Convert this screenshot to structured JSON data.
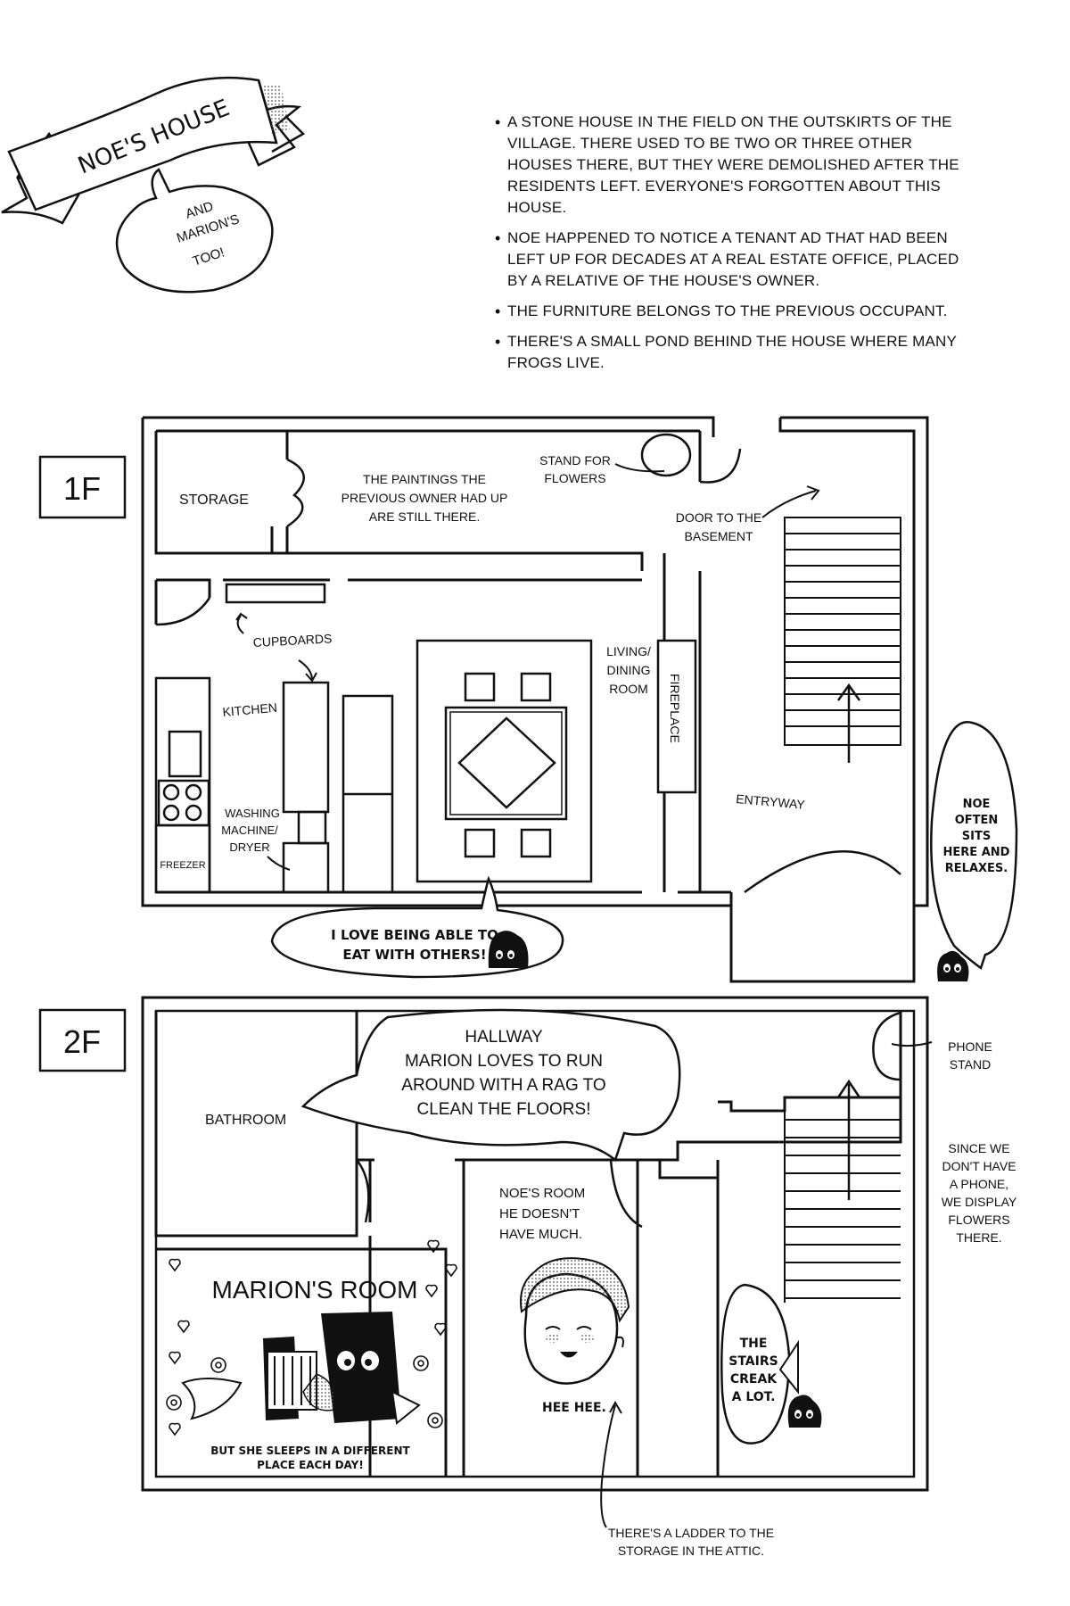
{
  "header": {
    "banner_title": "NOE'S HOUSE",
    "bubble_lines": [
      "AND",
      "MARION'S",
      "TOO!"
    ]
  },
  "notes": [
    "A STONE HOUSE IN THE FIELD ON THE OUTSKIRTS OF THE VILLAGE. THERE USED TO BE TWO OR THREE OTHER HOUSES THERE, BUT THEY WERE DEMOLISHED AFTER THE RESIDENTS LEFT. EVERYONE'S FORGOTTEN ABOUT THIS HOUSE.",
    "NOE HAPPENED TO NOTICE A TENANT AD THAT HAD BEEN LEFT UP FOR DECADES AT A REAL ESTATE OFFICE, PLACED BY A RELATIVE OF THE HOUSE'S OWNER.",
    "THE FURNITURE BELONGS TO THE PREVIOUS OCCUPANT.",
    "THERE'S A SMALL POND BEHIND THE HOUSE WHERE MANY FROGS LIVE."
  ],
  "floor1": {
    "label": "1F",
    "storage": "STORAGE",
    "paintings": [
      "THE PAINTINGS THE",
      "PREVIOUS OWNER HAD UP",
      "ARE STILL THERE."
    ],
    "stand_for_flowers": [
      "STAND FOR",
      "FLOWERS"
    ],
    "door_to_basement": [
      "DOOR TO THE",
      "BASEMENT"
    ],
    "cupboards": "CUPBOARDS",
    "kitchen": "KITCHEN",
    "washing": [
      "WASHING",
      "MACHINE/",
      "DRYER"
    ],
    "freezer": "FREEZER",
    "living": [
      "LIVING/",
      "DINING",
      "ROOM"
    ],
    "fireplace": "FIREPLACE",
    "entryway": "ENTRYWAY",
    "noe_sits": [
      "NOE",
      "OFTEN",
      "SITS",
      "HERE AND",
      "RELAXES."
    ],
    "eat_bubble": [
      "I LOVE BEING ABLE TO",
      "EAT WITH OTHERS!"
    ]
  },
  "floor2": {
    "label": "2F",
    "bathroom": "BATHROOM",
    "hallway": [
      "HALLWAY",
      "MARION LOVES TO RUN",
      "AROUND WITH A RAG TO",
      "CLEAN THE FLOORS!"
    ],
    "phone_stand": [
      "PHONE",
      "STAND"
    ],
    "no_phone": [
      "SINCE WE",
      "DON'T HAVE",
      "A PHONE,",
      "WE DISPLAY",
      "FLOWERS",
      "THERE."
    ],
    "noes_room": [
      "NOE'S ROOM",
      "HE DOESN'T",
      "HAVE MUCH."
    ],
    "marions_room": "MARION'S ROOM",
    "marion_sleeps": [
      "BUT SHE SLEEPS IN A DIFFERENT",
      "PLACE EACH DAY!"
    ],
    "hee_hee": "HEE HEE.",
    "stairs_creak": [
      "THE",
      "STAIRS",
      "CREAK",
      "A LOT."
    ],
    "ladder": [
      "THERE'S A LADDER TO THE",
      "STORAGE IN THE ATTIC."
    ]
  }
}
